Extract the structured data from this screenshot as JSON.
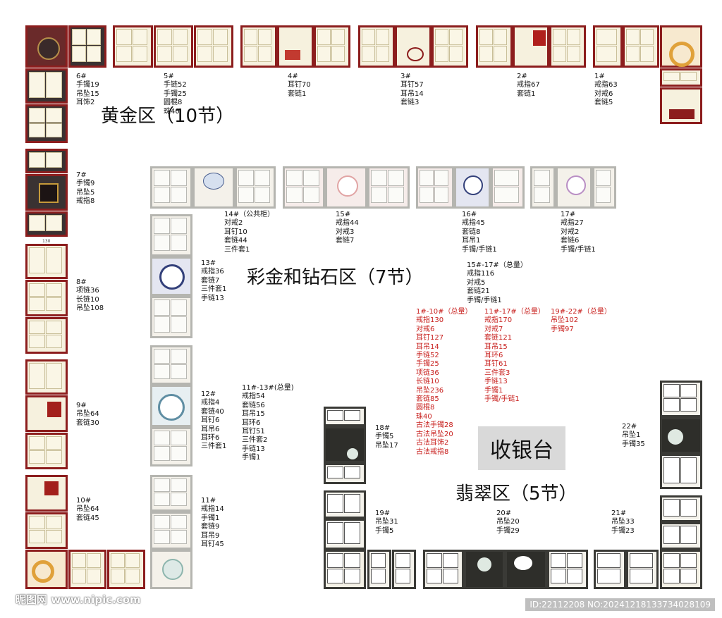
{
  "zones": {
    "gold": "黄金区（10节）",
    "color_gold_diamond": "彩金和钻石区（7节）",
    "jade": "翡翠区（5节）"
  },
  "cashier": "收银台",
  "counters": {
    "c6": {
      "title": "6#",
      "lines": [
        "手镯19",
        "吊坠15",
        "耳饰2"
      ]
    },
    "c5": {
      "title": "5#",
      "lines": [
        "手链52",
        "手镯25",
        "圆棍8",
        "珠40"
      ]
    },
    "c4": {
      "title": "4#",
      "lines": [
        "耳钉70",
        "套链1"
      ]
    },
    "c3": {
      "title": "3#",
      "lines": [
        "耳钉57",
        "耳吊14",
        "套链3"
      ]
    },
    "c2": {
      "title": "2#",
      "lines": [
        "戒指67",
        "套链1"
      ]
    },
    "c1": {
      "title": "1#",
      "lines": [
        "戒指63",
        "对戒6",
        "套链5"
      ]
    },
    "c7": {
      "title": "7#",
      "lines": [
        "手镯9",
        "吊坠5",
        "戒指8"
      ]
    },
    "c8": {
      "title": "8#",
      "lines": [
        "项链36",
        "长链10",
        "吊坠108"
      ]
    },
    "c9": {
      "title": "9#",
      "lines": [
        "吊坠64",
        "套链30"
      ]
    },
    "c10": {
      "title": "10#",
      "lines": [
        "吊坠64",
        "套链45"
      ]
    },
    "c14": {
      "title": "14#（公共柜）",
      "lines": [
        "对戒2",
        "耳钉10",
        "套链44",
        "三件套1"
      ]
    },
    "c15": {
      "title": "15#",
      "lines": [
        "戒指44",
        "对戒3",
        "套链7"
      ]
    },
    "c16": {
      "title": "16#",
      "lines": [
        "戒指45",
        "套链8",
        "耳吊1",
        "手镯/手链1"
      ]
    },
    "c17": {
      "title": "17#",
      "lines": [
        "戒指27",
        "对戒2",
        "套链6",
        "手镯/手链1"
      ]
    },
    "c13": {
      "title": "13#",
      "lines": [
        "戒指36",
        "套链7",
        "三件套1",
        "手链13"
      ]
    },
    "c12": {
      "title": "12#",
      "lines": [
        "戒指4",
        "套链40",
        "耳钉6",
        "耳吊6",
        "耳环6",
        "三件套1"
      ]
    },
    "c11": {
      "title": "11#",
      "lines": [
        "戒指14",
        "手镯1",
        "套链9",
        "耳吊9",
        "耳钉45"
      ]
    },
    "c11_13": {
      "title": "11#-13#(总量)",
      "lines": [
        "戒指54",
        "套链56",
        "耳吊15",
        "耳环6",
        "耳钉51",
        "三件套2",
        "手链13",
        "手镯1"
      ]
    },
    "c15_17": {
      "title": "15#-17#（总量）",
      "lines": [
        "戒指116",
        "对戒5",
        "套链21",
        "手镯/手链1"
      ]
    },
    "c18": {
      "title": "18#",
      "lines": [
        "手镯5",
        "吊坠17"
      ]
    },
    "c19": {
      "title": "19#",
      "lines": [
        "吊坠31",
        "手镯5"
      ]
    },
    "c20": {
      "title": "20#",
      "lines": [
        "吊坠20",
        "手镯29"
      ]
    },
    "c21": {
      "title": "21#",
      "lines": [
        "吊坠33",
        "手镯23"
      ]
    },
    "c22": {
      "title": "22#",
      "lines": [
        "吊坠1",
        "手镯35"
      ]
    }
  },
  "totals": {
    "t1_10": {
      "title": "1#-10#（总量）",
      "lines": [
        "戒指130",
        "对戒6",
        "耳钉127",
        "耳吊14",
        "手链52",
        "手镯25",
        "项链36",
        "长链10",
        "吊坠236",
        "套链85",
        "圆棍8",
        "珠40",
        "古法手镯28",
        "古法吊坠20",
        "古法耳饰2",
        "古法戒指8"
      ]
    },
    "t11_17": {
      "title": "11#-17#（总量）",
      "lines": [
        "戒指170",
        "对戒7",
        "套链121",
        "耳吊15",
        "耳环6",
        "耳钉61",
        "三件套3",
        "手链13",
        "手镯1",
        "手镯/手链1"
      ]
    },
    "t19_22": {
      "title": "19#-22#（总量）",
      "lines": [
        "吊坠102",
        "手镯97"
      ]
    }
  },
  "cabinet_note": "130",
  "watermark": "昵图网 www.nipic.com",
  "image_id": "ID:22112208 NO:20241218133734028109",
  "colors": {
    "gold_frame": "#8c1d1d",
    "silver_frame": "#b5b5b0",
    "jade_frame": "#3a3a36",
    "total_text": "#c8201e"
  }
}
